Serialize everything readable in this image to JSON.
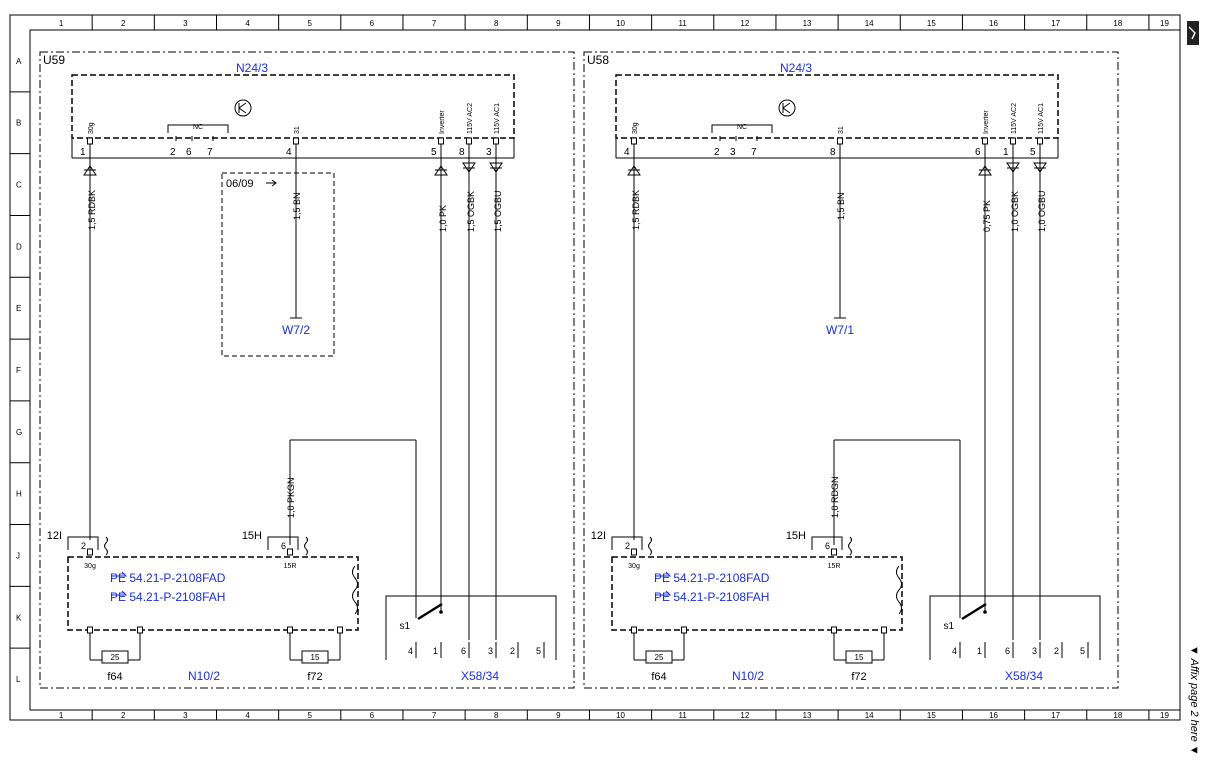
{
  "grid": {
    "columns": [
      "1",
      "2",
      "3",
      "4",
      "5",
      "6",
      "7",
      "8",
      "9",
      "10",
      "11",
      "12",
      "13",
      "14",
      "15",
      "16",
      "17",
      "18",
      "19"
    ],
    "rows": [
      "A",
      "B",
      "C",
      "D",
      "E",
      "F",
      "G",
      "H",
      "J",
      "K",
      "L"
    ]
  },
  "margin_note": "▼ Affix page 2 here ▼",
  "units": [
    {
      "id": "U59",
      "module": "N24/3",
      "module_pins": [
        "30g",
        "NC",
        "31",
        "Inverter",
        "115V AC2",
        "115V AC1"
      ],
      "pin_numbers": {
        "p30g": "1",
        "nc_a": "2",
        "nc_b": "6",
        "nc_c": "7",
        "p31": "4",
        "inv": "5",
        "ac2": "8",
        "ac1": "3"
      },
      "nc_label": "NC",
      "wires": {
        "w30g": "1,5 RDBK",
        "w31": "1,5 BN",
        "winv": "1,0 PK",
        "wac2": "1,5 OGBK",
        "wac1": "1,5 OGBU",
        "wctrl": "1,0 PKGN"
      },
      "ground": "W7/2",
      "ref_box": "06/09",
      "n10_label": "N10/2",
      "fuse_left": {
        "block": "12I",
        "pin": "2",
        "terminal": "30g",
        "rating": "25",
        "name": "f64"
      },
      "fuse_right": {
        "block": "15H",
        "pin": "6",
        "terminal": "15R",
        "rating": "15",
        "name": "f72"
      },
      "refs": [
        "PE 54.21-P-2108FAD",
        "PE 54.21-P-2108FAH"
      ],
      "connector": {
        "name": "X58/34",
        "switch": "s1",
        "pins": [
          "4",
          "1",
          "6",
          "3",
          "2",
          "5"
        ]
      }
    },
    {
      "id": "U58",
      "module": "N24/3",
      "module_pins": [
        "30g",
        "NC",
        "31",
        "Inverter",
        "115V AC2",
        "115V AC1"
      ],
      "pin_numbers": {
        "p30g": "4",
        "nc_a": "2",
        "nc_b": "3",
        "nc_c": "7",
        "p31": "8",
        "inv": "6",
        "ac2": "1",
        "ac1": "5"
      },
      "nc_label": "NC",
      "wires": {
        "w30g": "1,5 RDBK",
        "w31": "1,5 BN",
        "winv": "0,75 PK",
        "wac2": "1,0 OGBK",
        "wac1": "1,0 OGBU",
        "wctrl": "1,0 RDGN"
      },
      "ground": "W7/1",
      "n10_label": "N10/2",
      "fuse_left": {
        "block": "12I",
        "pin": "2",
        "terminal": "30g",
        "rating": "25",
        "name": "f64"
      },
      "fuse_right": {
        "block": "15H",
        "pin": "6",
        "terminal": "15R",
        "rating": "15",
        "name": "f72"
      },
      "refs": [
        "PE 54.21-P-2108FAD",
        "PE 54.21-P-2108FAH"
      ],
      "connector": {
        "name": "X58/34",
        "switch": "s1",
        "pins": [
          "4",
          "1",
          "6",
          "3",
          "2",
          "5"
        ]
      }
    }
  ]
}
